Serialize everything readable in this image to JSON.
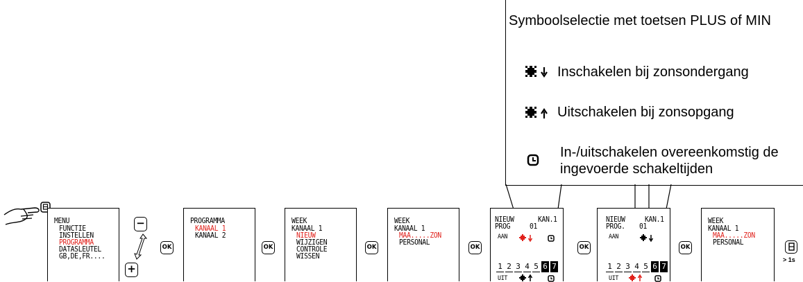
{
  "callout": {
    "title": "Symboolselectie met toetsen PLUS of MIN",
    "items": [
      {
        "icon": "sun-down-icon",
        "text": "Inschakelen bij zonsondergang"
      },
      {
        "icon": "sun-up-icon",
        "text": "Uitschakelen bij zonsopgang"
      },
      {
        "icon": "clock-icon",
        "text": "In-/uitschakelen overeenkomstig de ingevoerde schakeltijden"
      }
    ]
  },
  "screens": {
    "menu": {
      "lines": [
        "MENU",
        "FUNCTIE",
        "INSTELLEN",
        "PROGRAMMA",
        "DATASLEUTEL",
        "GB,DE,FR...."
      ],
      "highlight": "PROGRAMMA"
    },
    "programma": {
      "lines": [
        "PROGRAMMA",
        "KANAAL 1",
        "KANAAL 2"
      ],
      "highlight": "KANAAL 1"
    },
    "week1": {
      "lines": [
        "WEEK",
        "KANAAL 1",
        "NIEUW",
        "WIJZIGEN",
        "CONTROLE",
        "WISSEN"
      ],
      "highlight": "NIEUW"
    },
    "week2": {
      "lines": [
        "WEEK",
        "KANAAL 1",
        "MAA.....ZON",
        "PERSONAL"
      ],
      "highlight": "MAA.....ZON"
    },
    "nieuw1": {
      "title": "NIEUW",
      "channel": "KAN.1",
      "prog": "PROG",
      "prog_num": "01",
      "aan": "AAN",
      "uit": "UIT",
      "days": [
        "1",
        "2",
        "3",
        "4",
        "5",
        "6",
        "7"
      ]
    },
    "nieuw2": {
      "title": "NIEUW",
      "channel": "KAN.1",
      "prog": "PROG.",
      "prog_num": "01",
      "aan": "AAN",
      "uit": "UIT",
      "days": [
        "1",
        "2",
        "3",
        "4",
        "5",
        "6",
        "7"
      ]
    },
    "week3": {
      "lines": [
        "WEEK",
        "KANAAL 1",
        "MAA.....ZON",
        "PERSONAL"
      ],
      "highlight": "MAA.....ZON"
    }
  },
  "buttons": {
    "ok": "OK",
    "minus": "−",
    "plus": "+",
    "hold": "> 1s"
  },
  "colors": {
    "accent": "#e0211b",
    "ink": "#000000"
  }
}
